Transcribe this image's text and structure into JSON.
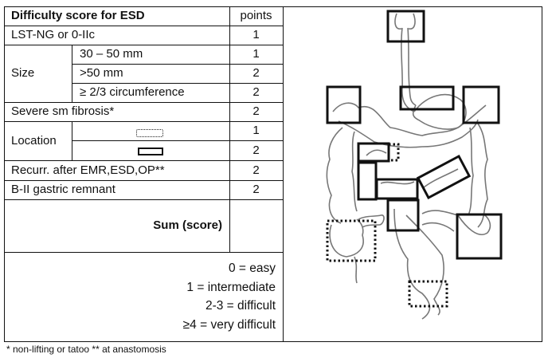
{
  "table": {
    "title": "Difficulty score for ESD",
    "points_header": "points",
    "rows": {
      "lst": {
        "label": "LST-NG or 0-IIc",
        "points": "1"
      },
      "size": {
        "label": "Size",
        "sub": [
          {
            "label": "30 – 50 mm",
            "points": "1"
          },
          {
            "label": ">50 mm",
            "points": "2"
          },
          {
            "label": "≥ 2/3 circumference",
            "points": "2"
          }
        ]
      },
      "fibrosis": {
        "label": "Severe sm fibrosis*",
        "points": "2"
      },
      "location": {
        "label": "Location",
        "sub": [
          {
            "icon": "dotted-box-icon",
            "points": "1"
          },
          {
            "icon": "solid-box-icon",
            "points": "2"
          }
        ]
      },
      "recurr": {
        "label": "Recurr. after EMR,ESD,OP**",
        "points": "2"
      },
      "bii": {
        "label": "B-II gastric remnant",
        "points": "2"
      },
      "sum": {
        "label": "Sum (score)",
        "points": ""
      }
    },
    "legend": [
      "0 = easy",
      "1 = intermediate",
      "2-3 = difficult",
      "≥4 = very difficult"
    ]
  },
  "footnote": "* non-lifting or tatoo ** at anastomosis",
  "diagram": {
    "description": "Colon diagram with solid boxes (2 points) and dotted boxes (1 point) marking locations"
  }
}
